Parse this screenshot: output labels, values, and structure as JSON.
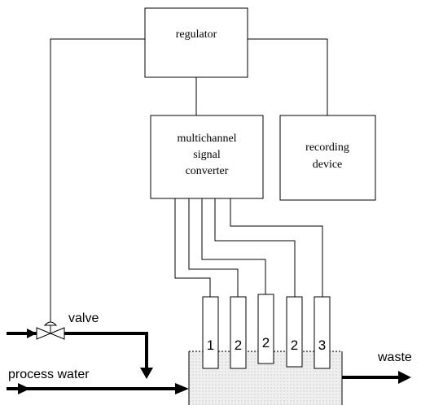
{
  "boxes": {
    "regulator": "regulator",
    "converter": [
      "multichannel",
      "signal",
      "converter"
    ],
    "recording": [
      "recording",
      "device"
    ]
  },
  "sensors": [
    "1",
    "2",
    "2",
    "2",
    "3"
  ],
  "labels": {
    "valve": "valve",
    "process_water": "process water",
    "waste": "waste"
  }
}
